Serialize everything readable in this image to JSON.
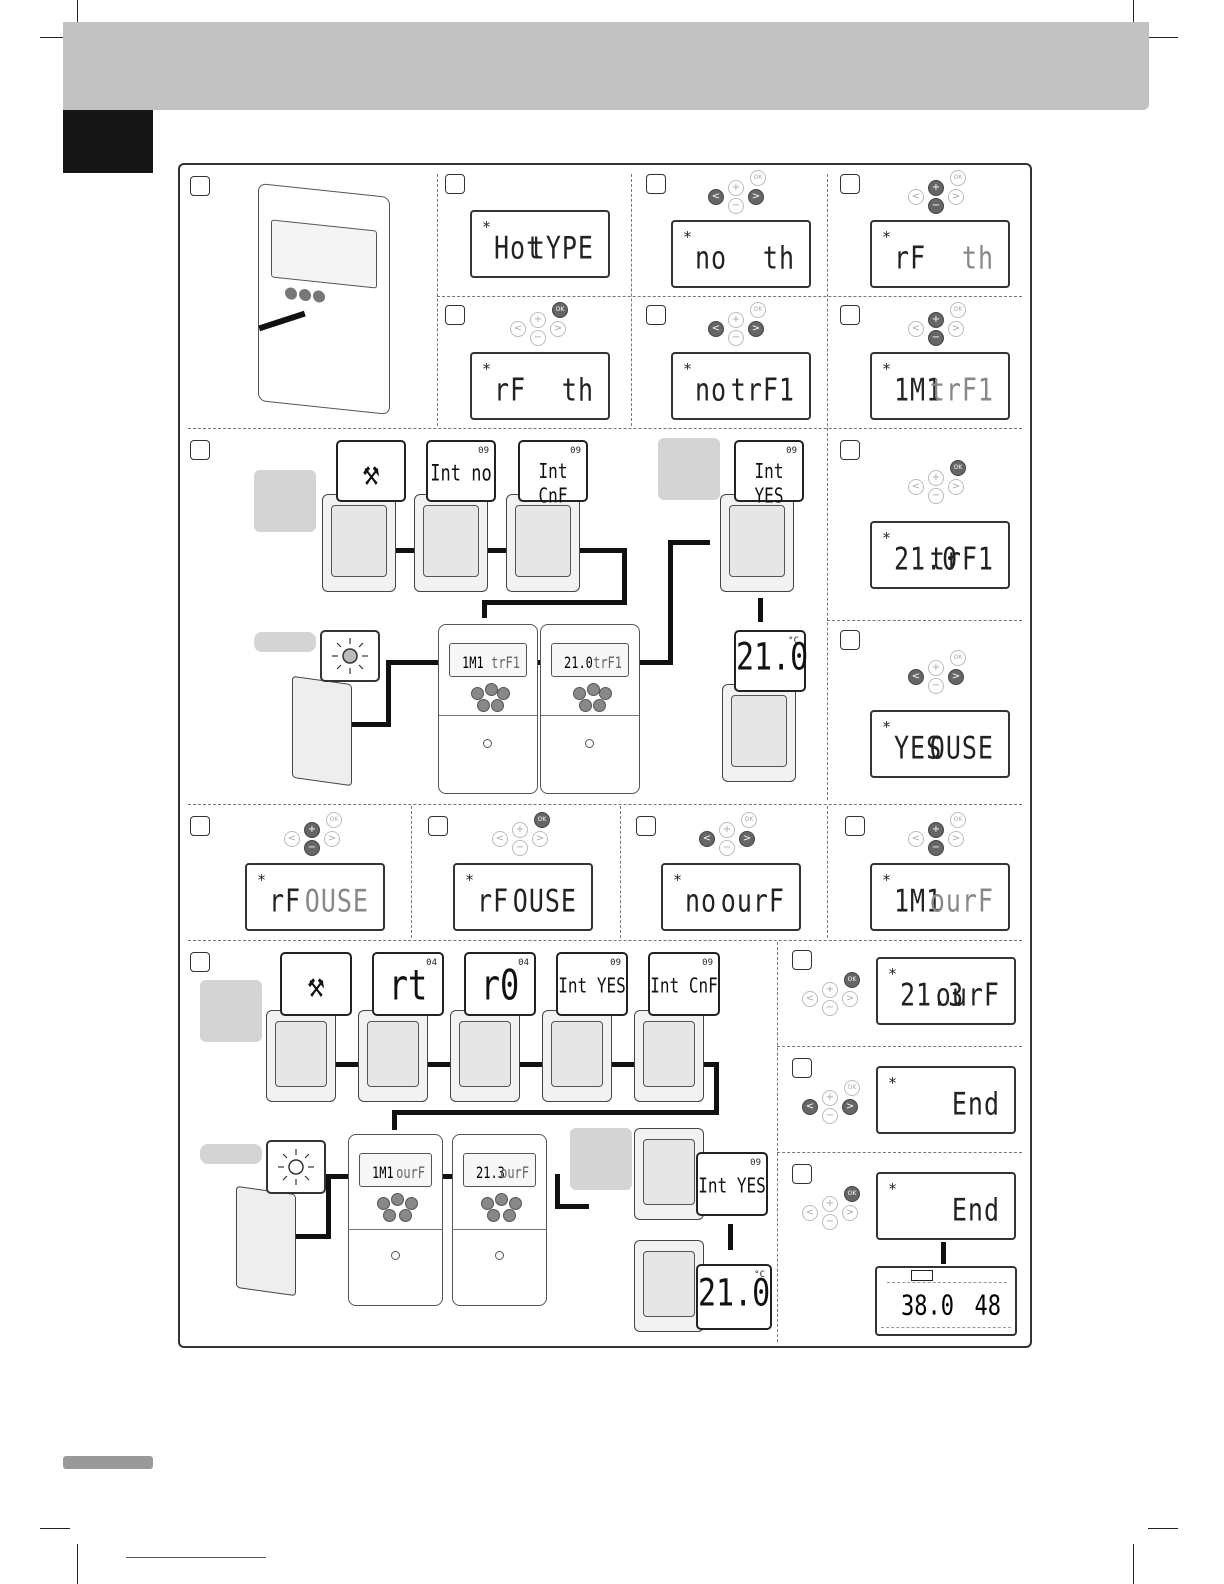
{
  "colors": {
    "header": "#c2c2c2",
    "tab": "#161616",
    "ink": "#222222",
    "button_active": "#666666"
  },
  "icons": [
    "plus-icon",
    "minus-icon",
    "ok-icon",
    "left-arrow-icon",
    "right-arrow-icon",
    "tools-icon",
    "sun-icon",
    "asterisk-icon",
    "antenna-icon"
  ],
  "lcds": {
    "s2": {
      "left": "Hot",
      "right": "tYPE"
    },
    "s3": {
      "left": "no",
      "right": "th"
    },
    "s4": {
      "left": "rF",
      "right": "th"
    },
    "s5": {
      "left": "rF",
      "right": "th"
    },
    "s6": {
      "left": "no",
      "right": "trF1"
    },
    "s7": {
      "left": "1M1",
      "right": "trF1"
    },
    "s9": {
      "left": "21.0",
      "right": "trF1"
    },
    "s10": {
      "left": "YES",
      "right": "OUSE"
    },
    "s11": {
      "left": "rF",
      "right": "OUSE"
    },
    "s12": {
      "left": "rF",
      "right": "OUSE"
    },
    "s13": {
      "left": "no",
      "right": "ourF"
    },
    "s14": {
      "left": "1M1",
      "right": "ourF"
    },
    "s16": {
      "left": "21.3",
      "right": "ourF"
    },
    "s17": {
      "left": "",
      "right": "End"
    },
    "s18": {
      "left": "",
      "right": "End"
    }
  },
  "bubbles": {
    "b1": "Int no",
    "b1_sup": "09",
    "b2": "Int CnF",
    "b2_sup": "09",
    "b3": "Int YES",
    "b3_sup": "09",
    "b4": "21.0",
    "b4_sup": "°C",
    "c1": "rt",
    "c1_sup": "04",
    "c2": "r0",
    "c2_sup": "04",
    "c3": "Int YES",
    "c3_sup": "09",
    "c4": "Int CnF",
    "c4_sup": "09",
    "c5": "Int YES",
    "c5_sup": "09",
    "c6": "21.0",
    "c6_sup": "°C"
  },
  "controllers": {
    "a": {
      "left": "1M1",
      "right": "trF1"
    },
    "b": {
      "left": "21.0",
      "right": "trF1"
    },
    "c": {
      "left": "1M1",
      "right": "ourF"
    },
    "d": {
      "left": "21.3",
      "right": "ourF"
    }
  },
  "final_display": {
    "left": "38.0",
    "right": "48"
  },
  "buttons": {
    "ok": "OK",
    "plus": "+",
    "minus": "−",
    "left": "<",
    "right": ">"
  },
  "asterisk": "*"
}
